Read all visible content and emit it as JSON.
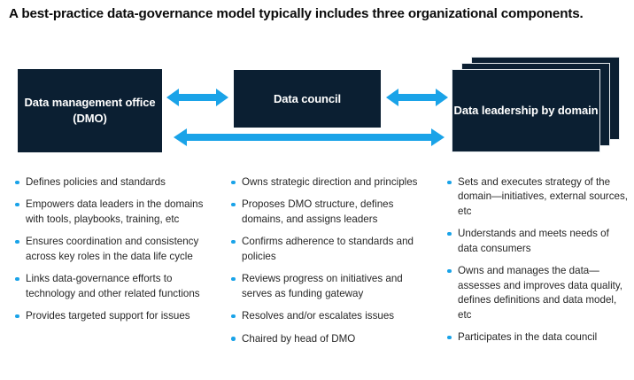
{
  "title": "A best-practice data-governance model typically includes three organizational components.",
  "colors": {
    "box_fill": "#0b1f32",
    "accent_blue": "#1aa3e8",
    "bullet_dot": "#1aa3e8",
    "title_text": "#0a0a0a",
    "body_text": "#262626",
    "background": "#ffffff",
    "card_border": "#e8ecef"
  },
  "diagram": {
    "nodes": [
      {
        "id": "dmo",
        "label": "Data management office (DMO)",
        "stacked": false
      },
      {
        "id": "council",
        "label": "Data council",
        "stacked": false
      },
      {
        "id": "leadership",
        "label": "Data leadership by domain",
        "stacked": true,
        "stack_layers": 3
      }
    ],
    "connectors": [
      {
        "id": "dmo-council",
        "from": "dmo",
        "to": "council",
        "style": "double-headed-arrow",
        "color": "#1aa3e8"
      },
      {
        "id": "council-leadership",
        "from": "council",
        "to": "leadership",
        "style": "double-headed-arrow",
        "color": "#1aa3e8"
      },
      {
        "id": "dmo-leadership",
        "from": "dmo",
        "to": "leadership",
        "style": "double-headed-arrow",
        "color": "#1aa3e8"
      }
    ]
  },
  "columns": [
    {
      "id": "dmo",
      "bullets": [
        "Defines policies and standards",
        "Empowers data leaders in the domains with tools, playbooks, training, etc",
        "Ensures coordination and consistency across key roles in the data life cycle",
        "Links data-governance efforts to technology and other related functions",
        "Provides targeted support for issues"
      ]
    },
    {
      "id": "council",
      "bullets": [
        "Owns strategic direction and principles",
        "Proposes DMO structure, defines domains, and assigns leaders",
        "Confirms adherence to standards and policies",
        "Reviews progress on initiatives and serves as funding gateway",
        "Resolves and/or escalates issues",
        "Chaired by head of DMO"
      ]
    },
    {
      "id": "leadership",
      "bullets": [
        "Sets and executes strategy of the domain—initiatives, external sources, etc",
        "Understands and meets needs of data consumers",
        "Owns and manages the data—assesses and improves data quality, defines definitions and data model, etc",
        "Participates in the data council"
      ]
    }
  ]
}
